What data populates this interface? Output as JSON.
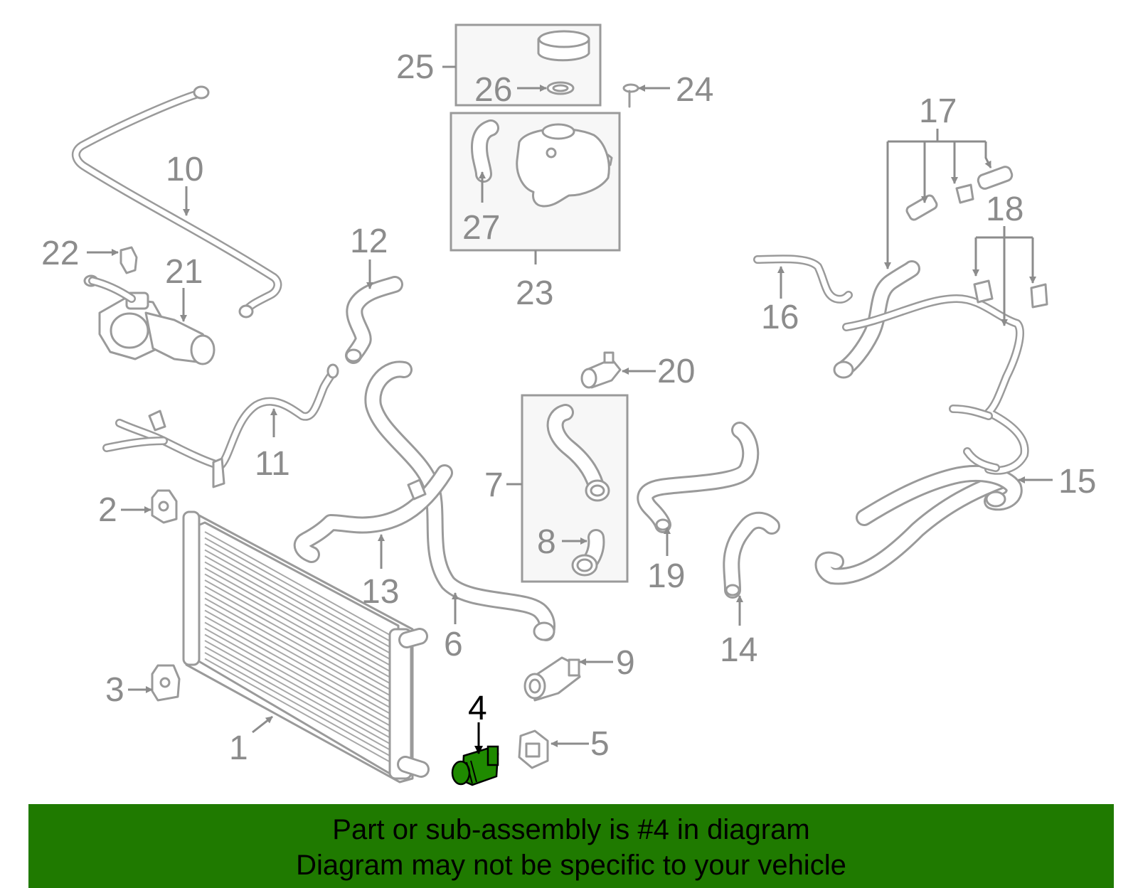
{
  "callouts": [
    "1",
    "2",
    "3",
    "4",
    "5",
    "6",
    "7",
    "8",
    "9",
    "10",
    "11",
    "12",
    "13",
    "14",
    "15",
    "16",
    "17",
    "18",
    "19",
    "20",
    "21",
    "22",
    "23",
    "24",
    "25",
    "26",
    "27"
  ],
  "highlighted_part": "4",
  "banner": {
    "line1": "Part or sub-assembly is #4 in diagram",
    "line2": "Diagram may not be specific to your vehicle"
  },
  "colors": {
    "highlight": "#1f7a00",
    "linework": "#9a9a9a",
    "labels": "#8c8c8c"
  }
}
